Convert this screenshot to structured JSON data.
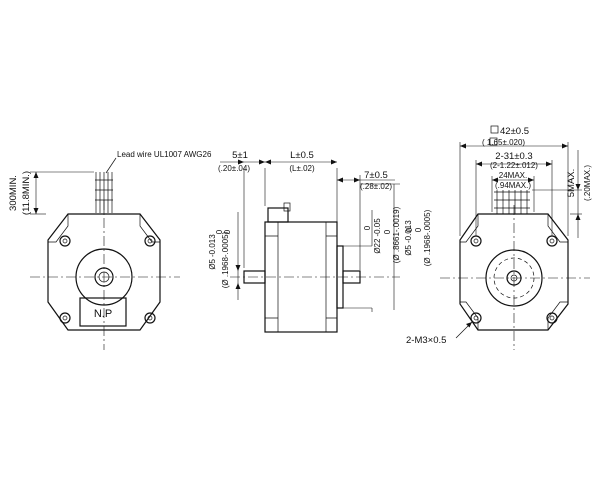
{
  "front_view": {
    "lead_wire": "Lead wire UL1007 AWG26",
    "lead_length": "300MIN.",
    "lead_length_inch": "(11.8MIN.)",
    "nameplate": "N.P"
  },
  "side_view": {
    "len_a": "5±1",
    "len_a_inch": "(.20±.04)",
    "len_l": "L±0.5",
    "len_l_inch": "(L±.02)",
    "len_b": "7±0.5",
    "len_b_inch": "(.28±.02)",
    "shaft_left_a": "Ø5",
    "shaft_left_b": "0",
    "shaft_left_c": "-0.013",
    "shaft_left_d": "0",
    "shaft_left_inch": "(Ø .1968-.0005)",
    "pilot_a": "Ø22",
    "pilot_b": "0",
    "pilot_c": "-0.05",
    "pilot_d": "0",
    "pilot_inch": "(Ø .8661-.0019)",
    "shaft_right_a": "Ø5",
    "shaft_right_b": "0",
    "shaft_right_c": "-0.013",
    "shaft_right_d": "0",
    "shaft_right_inch": "(Ø .1968-.0005)"
  },
  "rear_view": {
    "size": "42±0.5",
    "size_inch": "(   1.65±.020)",
    "hole_pitch": "2-31±0.3",
    "hole_pitch_inch": "(2-1.22±.012)",
    "conn_width": "24MAX.",
    "conn_width_inch": "(.94MAX.)",
    "conn_height": "5MAX.",
    "conn_height_inch": "(.20MAX.)",
    "screw": "2-M3×0.5"
  }
}
